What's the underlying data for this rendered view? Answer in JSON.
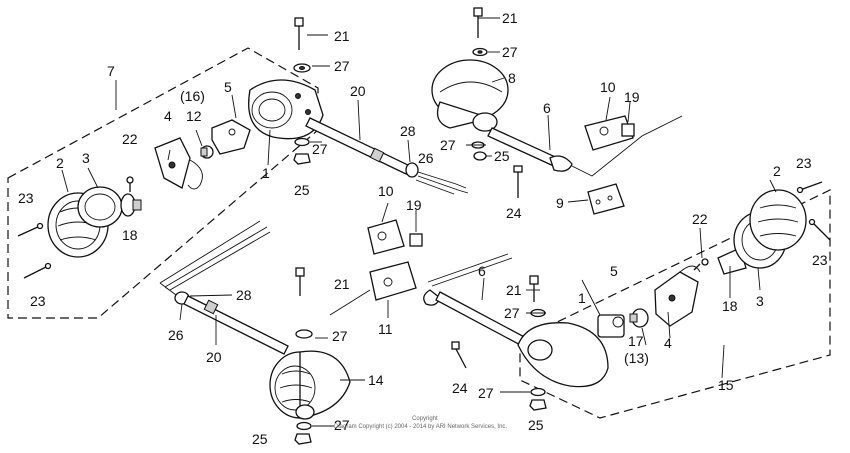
{
  "diagram": {
    "callouts": {
      "c1a": "1",
      "c1b": "1",
      "c2a": "2",
      "c2b": "2",
      "c3a": "3",
      "c3b": "3",
      "c4a": "4",
      "c4b": "4",
      "c5a": "5",
      "c5b": "5",
      "c6a": "6",
      "c6b": "6",
      "c7": "7",
      "c8": "8",
      "c9": "9",
      "c10a": "10",
      "c10b": "10",
      "c11": "11",
      "c12": "12",
      "c13": "(13)",
      "c14": "14",
      "c15": "15",
      "c16": "(16)",
      "c17": "17",
      "c18a": "18",
      "c18b": "18",
      "c19a": "19",
      "c19b": "19",
      "c20a": "20",
      "c20b": "20",
      "c21a": "21",
      "c21b": "21",
      "c21c": "21",
      "c21d": "21",
      "c22a": "22",
      "c22b": "22",
      "c23a": "23",
      "c23b": "23",
      "c23c": "23",
      "c23d": "23",
      "c24a": "24",
      "c24b": "24",
      "c25a": "25",
      "c25b": "25",
      "c25c": "25",
      "c25d": "25",
      "c26a": "26",
      "c26b": "26",
      "c27a": "27",
      "c27b": "27",
      "c27c": "27",
      "c27d": "27",
      "c27e": "27",
      "c27f": "27",
      "c27g": "27",
      "c28a": "28",
      "c28b": "28"
    },
    "copyright_line1": "Copyright",
    "copyright_line2": "Diagram Copyright (c) 2004 - 2014 by ARI Network Services, Inc."
  }
}
